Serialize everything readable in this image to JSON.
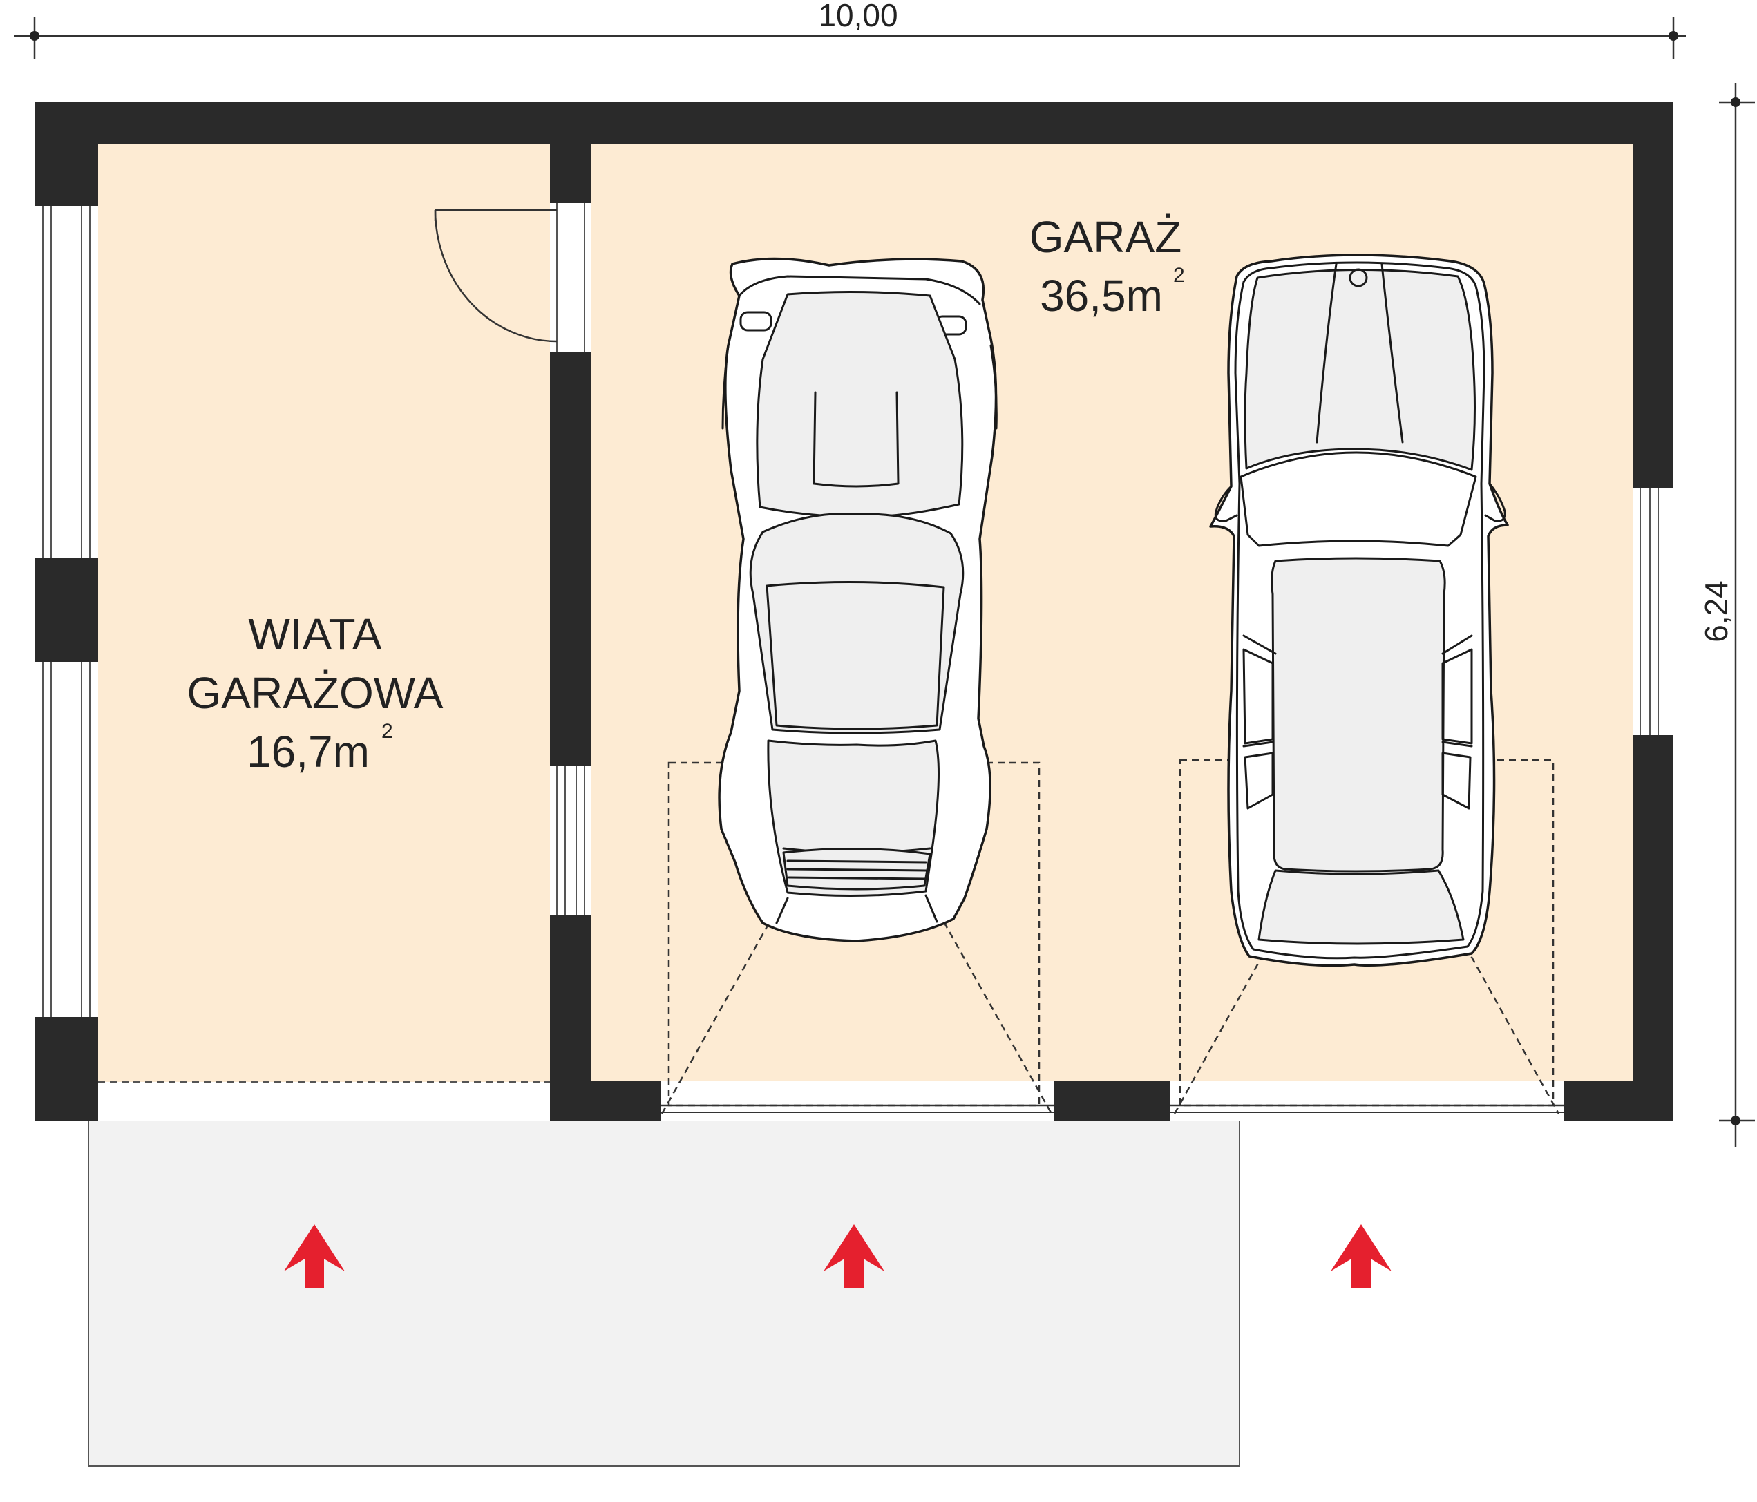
{
  "dimensions": {
    "width_label": "10,00",
    "depth_label": "6,24"
  },
  "rooms": [
    {
      "id": "wiata",
      "name_line1": "WIATA",
      "name_line2": "GARAŻOWA",
      "area": "16,7m",
      "area_sup": "2"
    },
    {
      "id": "garaz",
      "name_line1": "GARAŻ",
      "area": "36,5m",
      "area_sup": "2"
    }
  ],
  "colors": {
    "wall": "#2a2a2a",
    "room_fill": "#fdebd3",
    "apron_fill": "#f2f2f2",
    "arrow": "#e5202e"
  },
  "icons": [
    "car-icon",
    "car-icon",
    "arrow-up-icon",
    "arrow-up-icon",
    "arrow-up-icon",
    "door-swing-icon"
  ]
}
